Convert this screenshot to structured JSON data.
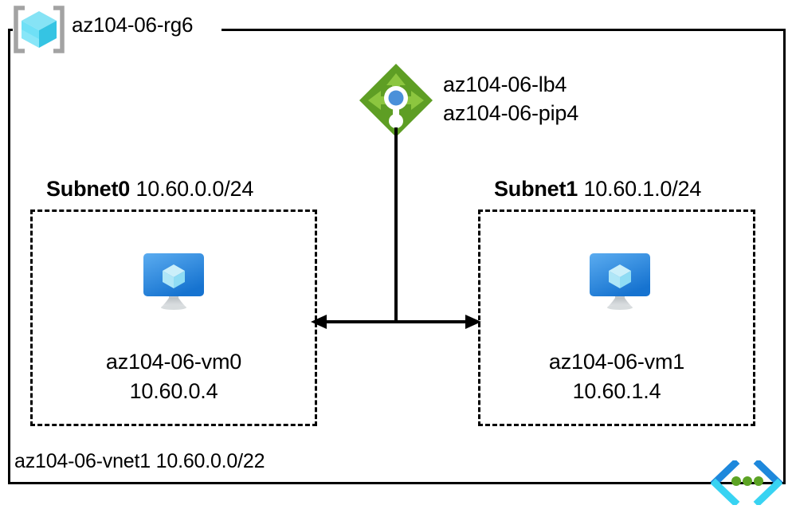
{
  "diagram": {
    "type": "azure-network-architecture",
    "resource_group": {
      "icon": "resource-group-cube-icon",
      "label": "az104-06-rg6"
    },
    "load_balancer": {
      "icon": "load-balancer-icon",
      "name": "az104-06-lb4",
      "public_ip": "az104-06-pip4"
    },
    "subnets": [
      {
        "name": "Subnet0",
        "cidr": "10.60.0.0/24",
        "vm": {
          "icon": "virtual-machine-icon",
          "name": "az104-06-vm0",
          "ip": "10.60.0.4"
        }
      },
      {
        "name": "Subnet1",
        "cidr": "10.60.1.0/24",
        "vm": {
          "icon": "virtual-machine-icon",
          "name": "az104-06-vm1",
          "ip": "10.60.1.4"
        }
      }
    ],
    "vnet": {
      "icon": "virtual-network-icon",
      "label": "az104-06-vnet1 10.60.0.0/22"
    },
    "colors": {
      "line": "#000000",
      "rg_cube_light": "#86E3F5",
      "rg_cube_mid": "#3FD4F0",
      "rg_cube_dark": "#30BDDC",
      "rg_bracket": "#A3A3A3",
      "lb_diamond": "#5E9E24",
      "lb_arrow": "#8CC63F",
      "lb_dot": "#4A90D9",
      "vm_screen_top": "#52A5EE",
      "vm_screen_bottom": "#1C7AD4",
      "vm_cube": "#B9E8F7",
      "vm_stand": "#C7CBCD",
      "vnet_chevron_dark": "#1E88DC",
      "vnet_chevron_light": "#38D3F2",
      "vnet_dot": "#5CA324"
    }
  }
}
